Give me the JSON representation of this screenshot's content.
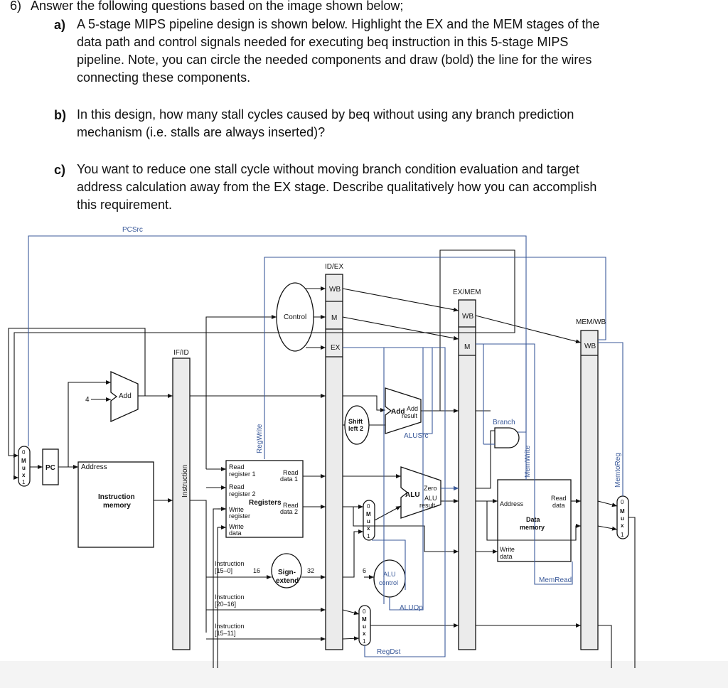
{
  "question": {
    "number": "6)",
    "intro": "Answer the following questions based on the image shown below;",
    "a_label": "a)",
    "a_lines": [
      "A 5-stage MIPS pipeline design is shown below. Highlight the EX and the MEM stages of the",
      "data path and control signals needed for executing beq instruction in this 5-stage MIPS",
      "pipeline. Note, you can circle the needed components and draw (bold) the line for the wires",
      "connecting these components."
    ],
    "b_label": "b)",
    "b_lines": [
      "In this design, how many stall cycles caused by beq without using any branch prediction",
      "mechanism (i.e. stalls are always inserted)?"
    ],
    "c_label": "c)",
    "c_lines": [
      "You want to reduce one stall cycle without moving branch condition evaluation and target",
      "address calculation away from the EX stage. Describe qualitatively how you can accomplish",
      "this requirement."
    ]
  },
  "diagram": {
    "pcsrc": "PCSrc",
    "idex": "ID/EX",
    "exmem": "EX/MEM",
    "memwb": "MEM/WB",
    "ifid": "IF/ID",
    "wb": "WB",
    "m": "M",
    "ex": "EX",
    "control": "Control",
    "add": "Add",
    "four": "4",
    "pc": "PC",
    "address": "Address",
    "instr_mem_1": "Instruction",
    "instr_mem_2": "memory",
    "instruction_vert": "Instruction",
    "regwrite": "RegWrite",
    "read_reg1_1": "Read",
    "read_reg1_2": "register 1",
    "read_reg2_1": "Read",
    "read_reg2_2": "register 2",
    "write_reg_1": "Write",
    "write_reg_2": "register",
    "write_data_1": "Write",
    "write_data_2": "data",
    "read_data1_1": "Read",
    "read_data1_2": "data 1",
    "read_data2_1": "Read",
    "read_data2_2": "data 2",
    "registers": "Registers",
    "instr_15_0_1": "Instruction",
    "instr_15_0_2": "[15–0]",
    "sixteen": "16",
    "thirtytwo": "32",
    "sign_1": "Sign-",
    "sign_2": "extend",
    "instr_20_16_1": "Instruction",
    "instr_20_16_2": "[20–16]",
    "instr_15_11_1": "Instruction",
    "instr_15_11_2": "[15–11]",
    "shift_1": "Shift",
    "shift_2": "left 2",
    "add_result_1": "Add",
    "add_result_2": "result",
    "alusrc": "ALUSrc",
    "zero": "Zero",
    "alu": "ALU",
    "alu_result_1": "ALU",
    "alu_result_2": "result",
    "six": "6",
    "alu_control_1": "ALU",
    "alu_control_2": "control",
    "aluop": "ALUOp",
    "regdst": "RegDst",
    "branch": "Branch",
    "memwrite": "MemWrite",
    "memread": "MemRead",
    "dm_address": "Address",
    "dm_read_1": "Read",
    "dm_read_2": "data",
    "dm_1": "Data",
    "dm_2": "memory",
    "dm_write_1": "Write",
    "dm_write_2": "data",
    "memtoreg": "MemtoReg",
    "mux_0": "0",
    "mux_1": "1",
    "mux_m": "M",
    "mux_u": "u",
    "mux_x": "x"
  }
}
